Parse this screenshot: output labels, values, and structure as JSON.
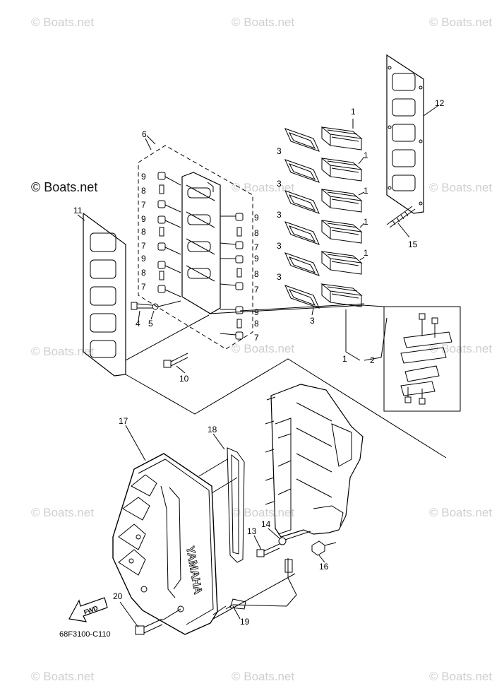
{
  "watermark": {
    "text": "© Boats.net",
    "prominent": "© Boats.net"
  },
  "part_code": "68F3100-C110",
  "fwd_label": "FWD",
  "brand_text": "YAMAHA",
  "callouts": {
    "c1": "1",
    "c2": "2",
    "c3": "3",
    "c4": "4",
    "c5": "5",
    "c6": "6",
    "c7": "7",
    "c8": "8",
    "c9": "9",
    "c10": "10",
    "c11": "11",
    "c12": "12",
    "c13": "13",
    "c14": "14",
    "c15": "15",
    "c16": "16",
    "c17": "17",
    "c18": "18",
    "c19": "19",
    "c20": "20"
  },
  "colors": {
    "line": "#000000",
    "watermark": "#cfcfcf",
    "background": "#ffffff"
  }
}
